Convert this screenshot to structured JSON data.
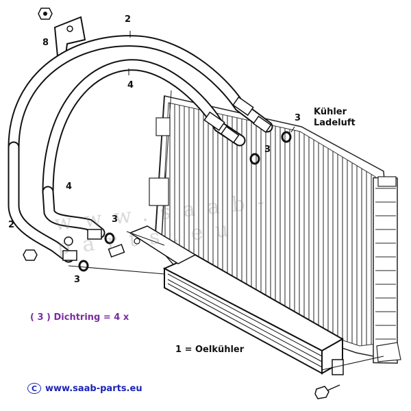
{
  "callouts": {
    "c2_top": "2",
    "c8": "8",
    "c4_top": "4",
    "c3_right1": "3",
    "c3_right2": "3",
    "c4_left": "4",
    "c3_mid": "3",
    "c2_left": "2",
    "c3_left": "3"
  },
  "labels": {
    "kuehler_line1": "Kühler",
    "kuehler_line2": "Ladeluft",
    "oelkuehler": "1 = Oelkühler",
    "legend": "( 3 ) Dichtring = 4 x"
  },
  "footer": {
    "copyright_symbol": "C",
    "url": "www.saab-parts.eu"
  },
  "watermark": "www.saab-parts.eu",
  "colors": {
    "line": "#1a1a1a",
    "legend": "#7a2ea0",
    "footer": "#1c24b8"
  }
}
